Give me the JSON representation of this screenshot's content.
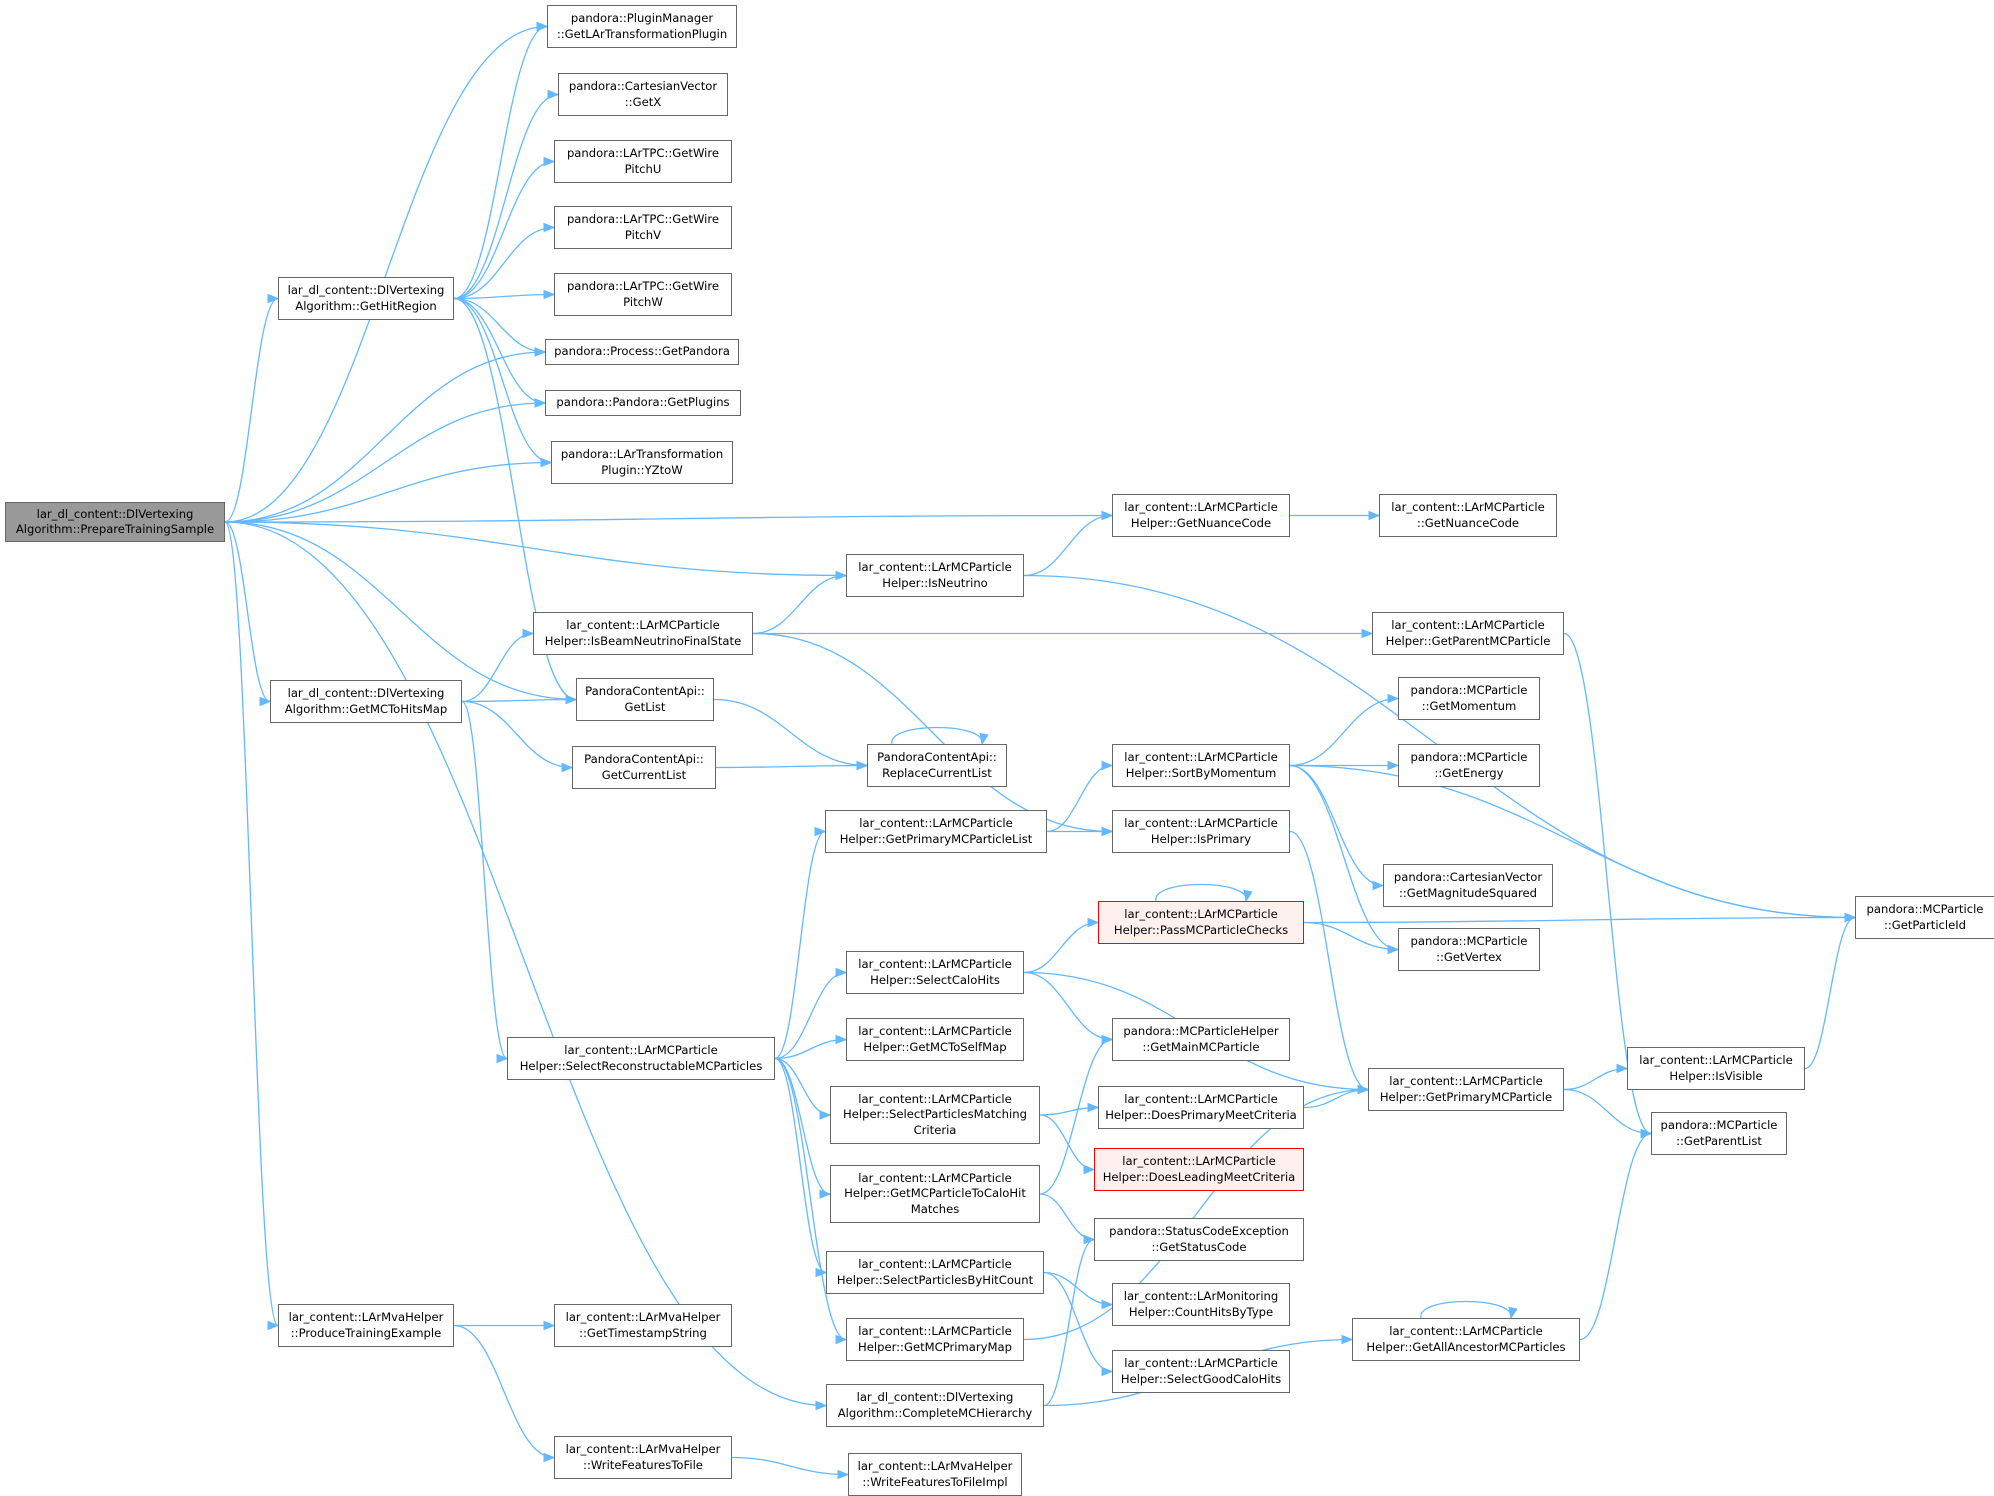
{
  "diagram": {
    "type": "call-graph",
    "colors": {
      "edge": "#63b8ff",
      "node_border": "#666666",
      "root_fill": "#999999",
      "flag_border": "#ff0000",
      "flag_fill": "#fff0f0"
    },
    "nodes": [
      {
        "id": "prep",
        "style": "root",
        "lines": [
          "lar_dl_content::DlVertexing",
          "Algorithm::PrepareTrainingSample"
        ]
      },
      {
        "id": "plugman",
        "lines": [
          "pandora::PluginManager",
          "::GetLArTransformationPlugin"
        ]
      },
      {
        "id": "getx",
        "lines": [
          "pandora::CartesianVector",
          "::GetX"
        ]
      },
      {
        "id": "wpu",
        "lines": [
          "pandora::LArTPC::GetWire",
          "PitchU"
        ]
      },
      {
        "id": "wpv",
        "lines": [
          "pandora::LArTPC::GetWire",
          "PitchV"
        ]
      },
      {
        "id": "wpw",
        "lines": [
          "pandora::LArTPC::GetWire",
          "PitchW"
        ]
      },
      {
        "id": "hitregion",
        "lines": [
          "lar_dl_content::DlVertexing",
          "Algorithm::GetHitRegion"
        ]
      },
      {
        "id": "getpandora",
        "lines": [
          "pandora::Process::GetPandora"
        ]
      },
      {
        "id": "getplugins",
        "lines": [
          "pandora::Pandora::GetPlugins"
        ]
      },
      {
        "id": "yztow",
        "lines": [
          "pandora::LArTransformation",
          "Plugin::YZtoW"
        ]
      },
      {
        "id": "nuance1",
        "lines": [
          "lar_content::LArMCParticle",
          "Helper::GetNuanceCode"
        ]
      },
      {
        "id": "nuance2",
        "lines": [
          "lar_content::LArMCParticle",
          "::GetNuanceCode"
        ]
      },
      {
        "id": "isneutrino",
        "lines": [
          "lar_content::LArMCParticle",
          "Helper::IsNeutrino"
        ]
      },
      {
        "id": "isbeamnu",
        "lines": [
          "lar_content::LArMCParticle",
          "Helper::IsBeamNeutrinoFinalState"
        ]
      },
      {
        "id": "parentmc",
        "lines": [
          "lar_content::LArMCParticle",
          "Helper::GetParentMCParticle"
        ]
      },
      {
        "id": "mctohits",
        "lines": [
          "lar_dl_content::DlVertexing",
          "Algorithm::GetMCToHitsMap"
        ]
      },
      {
        "id": "getlist",
        "lines": [
          "PandoraContentApi::",
          "GetList"
        ]
      },
      {
        "id": "currlist",
        "lines": [
          "PandoraContentApi::",
          "GetCurrentList"
        ]
      },
      {
        "id": "replist",
        "lines": [
          "PandoraContentApi::",
          "ReplaceCurrentList"
        ]
      },
      {
        "id": "momentum",
        "lines": [
          "pandora::MCParticle",
          "::GetMomentum"
        ]
      },
      {
        "id": "energy",
        "lines": [
          "pandora::MCParticle",
          "::GetEnergy"
        ]
      },
      {
        "id": "sortmom",
        "lines": [
          "lar_content::LArMCParticle",
          "Helper::SortByMomentum"
        ]
      },
      {
        "id": "primlist",
        "lines": [
          "lar_content::LArMCParticle",
          "Helper::GetPrimaryMCParticleList"
        ]
      },
      {
        "id": "isprimary",
        "lines": [
          "lar_content::LArMCParticle",
          "Helper::IsPrimary"
        ]
      },
      {
        "id": "magsq",
        "lines": [
          "pandora::CartesianVector",
          "::GetMagnitudeSquared"
        ]
      },
      {
        "id": "particleid",
        "lines": [
          "pandora::MCParticle",
          "::GetParticleId"
        ]
      },
      {
        "id": "passchecks",
        "style": "flag",
        "lines": [
          "lar_content::LArMCParticle",
          "Helper::PassMCParticleChecks"
        ]
      },
      {
        "id": "vertex",
        "lines": [
          "pandora::MCParticle",
          "::GetVertex"
        ]
      },
      {
        "id": "selcalo",
        "lines": [
          "lar_content::LArMCParticle",
          "Helper::SelectCaloHits"
        ]
      },
      {
        "id": "selreco",
        "lines": [
          "lar_content::LArMCParticle",
          "Helper::SelectReconstructableMCParticles"
        ]
      },
      {
        "id": "mctoself",
        "lines": [
          "lar_content::LArMCParticle",
          "Helper::GetMCToSelfMap"
        ]
      },
      {
        "id": "mainmc",
        "lines": [
          "pandora::MCParticleHelper",
          "::GetMainMCParticle"
        ]
      },
      {
        "id": "primmc",
        "lines": [
          "lar_content::LArMCParticle",
          "Helper::GetPrimaryMCParticle"
        ]
      },
      {
        "id": "isvisible",
        "lines": [
          "lar_content::LArMCParticle",
          "Helper::IsVisible"
        ]
      },
      {
        "id": "selmatch",
        "lines": [
          "lar_content::LArMCParticle",
          "Helper::SelectParticlesMatching",
          "Criteria"
        ]
      },
      {
        "id": "doesprim",
        "lines": [
          "lar_content::LArMCParticle",
          "Helper::DoesPrimaryMeetCriteria"
        ]
      },
      {
        "id": "parentlist",
        "lines": [
          "pandora::MCParticle",
          "::GetParentList"
        ]
      },
      {
        "id": "doeslead",
        "style": "flag",
        "lines": [
          "lar_content::LArMCParticle",
          "Helper::DoesLeadingMeetCriteria"
        ]
      },
      {
        "id": "calomatch",
        "lines": [
          "lar_content::LArMCParticle",
          "Helper::GetMCParticleToCaloHit",
          "Matches"
        ]
      },
      {
        "id": "statuscode",
        "lines": [
          "pandora::StatusCodeException",
          "::GetStatusCode"
        ]
      },
      {
        "id": "selhitcount",
        "lines": [
          "lar_content::LArMCParticle",
          "Helper::SelectParticlesByHitCount"
        ]
      },
      {
        "id": "counthits",
        "lines": [
          "lar_content::LArMonitoring",
          "Helper::CountHitsByType"
        ]
      },
      {
        "id": "mvaprod",
        "lines": [
          "lar_content::LArMvaHelper",
          "::ProduceTrainingExample"
        ]
      },
      {
        "id": "timestamp",
        "lines": [
          "lar_content::LArMvaHelper",
          "::GetTimestampString"
        ]
      },
      {
        "id": "primmap",
        "lines": [
          "lar_content::LArMCParticle",
          "Helper::GetMCPrimaryMap"
        ]
      },
      {
        "id": "ancestors",
        "lines": [
          "lar_content::LArMCParticle",
          "Helper::GetAllAncestorMCParticles"
        ]
      },
      {
        "id": "goodcalo",
        "lines": [
          "lar_content::LArMCParticle",
          "Helper::SelectGoodCaloHits"
        ]
      },
      {
        "id": "complete",
        "lines": [
          "lar_dl_content::DlVertexing",
          "Algorithm::CompleteMCHierarchy"
        ]
      },
      {
        "id": "writefeat",
        "lines": [
          "lar_content::LArMvaHelper",
          "::WriteFeaturesToFile"
        ]
      },
      {
        "id": "writeimpl",
        "lines": [
          "lar_content::LArMvaHelper",
          "::WriteFeaturesToFileImpl"
        ]
      }
    ],
    "edges": [
      [
        "prep",
        "plugman"
      ],
      [
        "prep",
        "hitregion"
      ],
      [
        "prep",
        "getpandora"
      ],
      [
        "prep",
        "getplugins"
      ],
      [
        "prep",
        "yztow"
      ],
      [
        "prep",
        "nuance1"
      ],
      [
        "prep",
        "isneutrino"
      ],
      [
        "prep",
        "getlist"
      ],
      [
        "prep",
        "mctohits"
      ],
      [
        "prep",
        "complete"
      ],
      [
        "prep",
        "mvaprod"
      ],
      [
        "hitregion",
        "plugman"
      ],
      [
        "hitregion",
        "getx"
      ],
      [
        "hitregion",
        "wpu"
      ],
      [
        "hitregion",
        "wpv"
      ],
      [
        "hitregion",
        "wpw"
      ],
      [
        "hitregion",
        "getpandora"
      ],
      [
        "hitregion",
        "getplugins"
      ],
      [
        "hitregion",
        "yztow"
      ],
      [
        "hitregion",
        "getlist"
      ],
      [
        "nuance1",
        "nuance2"
      ],
      [
        "isneutrino",
        "nuance1"
      ],
      [
        "isneutrino",
        "particleid"
      ],
      [
        "isbeamnu",
        "isneutrino"
      ],
      [
        "isbeamnu",
        "parentmc"
      ],
      [
        "isbeamnu",
        "isprimary"
      ],
      [
        "parentmc",
        "parentlist"
      ],
      [
        "mctohits",
        "isbeamnu"
      ],
      [
        "mctohits",
        "getlist"
      ],
      [
        "mctohits",
        "currlist"
      ],
      [
        "mctohits",
        "selreco"
      ],
      [
        "getlist",
        "replist"
      ],
      [
        "currlist",
        "replist"
      ],
      [
        "replist",
        "replist"
      ],
      [
        "sortmom",
        "momentum"
      ],
      [
        "sortmom",
        "energy"
      ],
      [
        "sortmom",
        "magsq"
      ],
      [
        "sortmom",
        "vertex"
      ],
      [
        "sortmom",
        "particleid"
      ],
      [
        "primlist",
        "sortmom"
      ],
      [
        "primlist",
        "isprimary"
      ],
      [
        "isprimary",
        "primmc"
      ],
      [
        "passchecks",
        "passchecks"
      ],
      [
        "passchecks",
        "vertex"
      ],
      [
        "passchecks",
        "particleid"
      ],
      [
        "selcalo",
        "passchecks"
      ],
      [
        "selcalo",
        "mainmc"
      ],
      [
        "selcalo",
        "primmc"
      ],
      [
        "selreco",
        "primlist"
      ],
      [
        "selreco",
        "selcalo"
      ],
      [
        "selreco",
        "mctoself"
      ],
      [
        "selreco",
        "selmatch"
      ],
      [
        "selreco",
        "calomatch"
      ],
      [
        "selreco",
        "selhitcount"
      ],
      [
        "selreco",
        "primmap"
      ],
      [
        "selmatch",
        "doesprim"
      ],
      [
        "selmatch",
        "doeslead"
      ],
      [
        "doesprim",
        "primmc"
      ],
      [
        "primmc",
        "isvisible"
      ],
      [
        "primmc",
        "parentlist"
      ],
      [
        "isvisible",
        "particleid"
      ],
      [
        "calomatch",
        "mainmc"
      ],
      [
        "calomatch",
        "statuscode"
      ],
      [
        "selhitcount",
        "counthits"
      ],
      [
        "selhitcount",
        "goodcalo"
      ],
      [
        "primmap",
        "primmc"
      ],
      [
        "mvaprod",
        "timestamp"
      ],
      [
        "mvaprod",
        "writefeat"
      ],
      [
        "writefeat",
        "writeimpl"
      ],
      [
        "complete",
        "statuscode"
      ],
      [
        "complete",
        "ancestors"
      ],
      [
        "ancestors",
        "ancestors"
      ],
      [
        "ancestors",
        "parentlist"
      ]
    ]
  }
}
